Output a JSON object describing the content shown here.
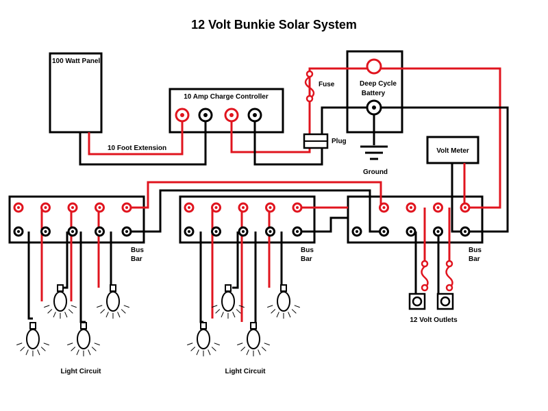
{
  "title": "12 Volt Bunkie Solar System",
  "labels": {
    "panel": "100 Watt Panel",
    "extension": "10 Foot Extension",
    "controller": "10 Amp Charge Controller",
    "fuse": "Fuse",
    "plug": "Plug",
    "battery_line1": "Deep Cycle",
    "battery_line2": "Battery",
    "ground": "Ground",
    "volt_meter": "Volt Meter",
    "bus_bar_line1": "Bus",
    "bus_bar_line2": "Bar",
    "outlets": "12 Volt Outlets",
    "light_circuit": "Light Circuit"
  },
  "colors": {
    "positive_wire": "#e0141e",
    "negative_wire": "#000000",
    "background": "#ffffff"
  }
}
